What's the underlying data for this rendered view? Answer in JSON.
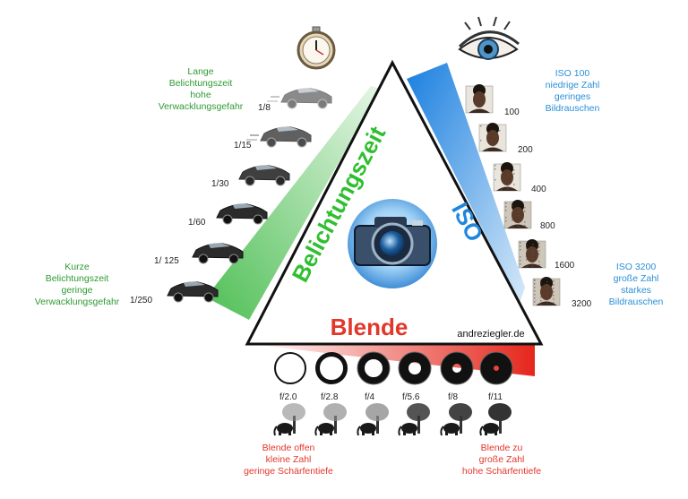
{
  "shutter": {
    "long_label": [
      "Lange",
      "Belichtungszeit",
      "hohe",
      "Verwacklungsgefahr"
    ],
    "short_label": [
      "Kurze",
      "Belichtungszeit",
      "geringe",
      "Verwacklungsgefahr"
    ],
    "values": [
      "1/8",
      "1/15",
      "1/30",
      "1/60",
      "1/ 125",
      "1/250"
    ],
    "side_title": "Belichtungszeit",
    "color": "#5cc25c"
  },
  "iso": {
    "low_label": [
      "ISO 100",
      "niedrige Zahl",
      "geringes",
      "Bildrauschen"
    ],
    "high_label": [
      "ISO 3200",
      "große Zahl",
      "starkes",
      "Bildrauschen"
    ],
    "values": [
      "100",
      "200",
      "400",
      "800",
      "1600",
      "3200"
    ],
    "side_title": "ISO",
    "color": "#1f86e0"
  },
  "aperture": {
    "side_title": "Blende",
    "values": [
      "f/2.0",
      "f/2.8",
      "f/4",
      "f/5.6",
      "f/8",
      "f/11"
    ],
    "open_label": [
      "Blende offen",
      "kleine Zahl",
      "geringe Schärfentiefe"
    ],
    "closed_label": [
      "Blende zu",
      "große Zahl",
      "hohe Schärfentiefe"
    ],
    "color": "#e8382b"
  },
  "credit": "andreziegler.de",
  "icons": [
    "stopwatch-icon",
    "eye-icon",
    "camera-icon",
    "car-icon",
    "portrait-icon",
    "aperture-ring-icon",
    "tree-elephant-icon"
  ]
}
